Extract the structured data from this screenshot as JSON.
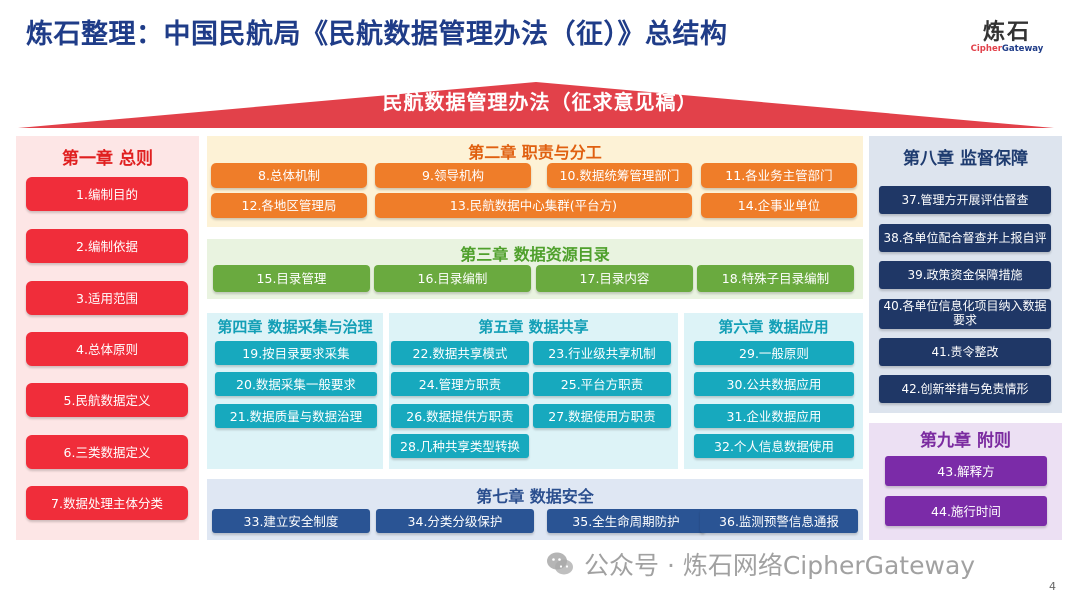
{
  "header": {
    "title": "炼石整理：中国民航局《民航数据管理办法（征）》总结构",
    "logo_cn": "炼石",
    "logo_en": "CipherGateway"
  },
  "roof": {
    "label": "民航数据管理办法（征求意见稿）",
    "color": "#e2414a"
  },
  "ch1": {
    "title": "第一章 总则",
    "items": [
      "1.编制目的",
      "2.编制依据",
      "3.适用范围",
      "4.总体原则",
      "5.民航数据定义",
      "6.三类数据定义",
      "7.数据处理主体分类"
    ]
  },
  "ch2": {
    "title": "第二章 职责与分工",
    "items": [
      "8.总体机制",
      "9.领导机构",
      "10.数据统筹管理部门",
      "11.各业务主管部门",
      "12.各地区管理局",
      "13.民航数据中心集群(平台方)",
      "14.企事业单位"
    ]
  },
  "ch3": {
    "title": "第三章  数据资源目录",
    "items": [
      "15.目录管理",
      "16.目录编制",
      "17.目录内容",
      "18.特殊子目录编制"
    ]
  },
  "ch4": {
    "title": "第四章  数据采集与治理",
    "items": [
      "19.按目录要求采集",
      "20.数据采集一般要求",
      "21.数据质量与数据治理"
    ]
  },
  "ch5": {
    "title": "第五章 数据共享",
    "items": [
      "22.数据共享模式",
      "23.行业级共享机制",
      "24.管理方职责",
      "25.平台方职责",
      "26.数据提供方职责",
      "27.数据使用方职责",
      "28.几种共享类型转换"
    ]
  },
  "ch6": {
    "title": "第六章  数据应用",
    "items": [
      "29.一般原则",
      "30.公共数据应用",
      "31.企业数据应用",
      "32.个人信息数据使用"
    ]
  },
  "ch7": {
    "title": "第七章 数据安全",
    "items": [
      "33.建立安全制度",
      "34.分类分级保护",
      "35.全生命周期防护",
      "36.监测预警信息通报"
    ]
  },
  "ch8": {
    "title": "第八章  监督保障",
    "items": [
      "37.管理方开展评估督查",
      "38.各单位配合督查并上报自评",
      "39.政策资金保障措施",
      "40.各单位信息化项目纳入数据要求",
      "41.责令整改",
      "42.创新举措与免责情形"
    ]
  },
  "ch9": {
    "title": "第九章 附则",
    "items": [
      "43.解释方",
      "44.施行时间"
    ]
  },
  "watermark": {
    "text": "公众号 · 炼石网络CipherGateway"
  },
  "page": {
    "number": "4"
  }
}
